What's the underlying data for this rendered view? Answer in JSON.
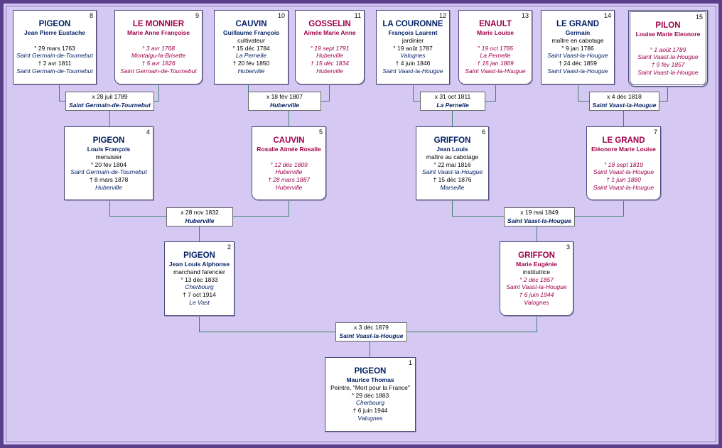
{
  "persons": {
    "p1": {
      "num": "1",
      "surname": "PIGEON",
      "given": "Maurice Thomas",
      "lines": [
        {
          "t": "Peintre, \"Mort pour la France\""
        },
        {
          "t": "° 29 déc 1883"
        },
        {
          "t": "Cherbourg",
          "i": true
        },
        {
          "t": "† 6 juin 1944"
        },
        {
          "t": "Valognes",
          "i": true
        }
      ]
    },
    "p2": {
      "num": "2",
      "surname": "PIGEON",
      "given": "Jean Louis Alphonse",
      "lines": [
        {
          "t": "marchand faïencier"
        },
        {
          "t": "° 13 déc 1833"
        },
        {
          "t": "Cherbourg",
          "i": true
        },
        {
          "t": "† 7 oct 1914"
        },
        {
          "t": "Le Vast",
          "i": true
        }
      ]
    },
    "p3": {
      "num": "3",
      "surname": "GRIFFON",
      "given": "Marie Eugénie",
      "lines": [
        {
          "t": "institutrice"
        },
        {
          "t": "° 2 déc 1857",
          "i": true
        },
        {
          "t": "Saint Vaast-la-Hougue",
          "i": true
        },
        {
          "t": "† 6 juin 1944",
          "i": true
        },
        {
          "t": "Valognes",
          "i": true
        }
      ]
    },
    "p4": {
      "num": "4",
      "surname": "PIGEON",
      "given": "Louis François",
      "lines": [
        {
          "t": "menuisier"
        },
        {
          "t": "° 20 fév 1804"
        },
        {
          "t": "Saint Germain-de-Tournebut",
          "i": true
        },
        {
          "t": "† 8 mars 1878"
        },
        {
          "t": "Huberville",
          "i": true
        }
      ]
    },
    "p5": {
      "num": "5",
      "surname": "CAUVIN",
      "given": "Rosalie Aimée Rosalie",
      "lines": [
        {
          "t": ""
        },
        {
          "t": "° 12 déc 1809",
          "i": true
        },
        {
          "t": "Huberville",
          "i": true
        },
        {
          "t": "† 28 mars 1887",
          "i": true
        },
        {
          "t": "Huberville",
          "i": true
        }
      ]
    },
    "p6": {
      "num": "6",
      "surname": "GRIFFON",
      "given": "Jean Louis",
      "lines": [
        {
          "t": "maître au cabotage"
        },
        {
          "t": "° 22 mai 1816"
        },
        {
          "t": "Saint Vaast-la-Hougue",
          "i": true
        },
        {
          "t": "† 15 déc 1876"
        },
        {
          "t": "Marseille",
          "i": true
        }
      ]
    },
    "p7": {
      "num": "7",
      "surname": "LE GRAND",
      "given": "Eléonore Marie Louise",
      "lines": [
        {
          "t": ""
        },
        {
          "t": "° 18 sept 1819",
          "i": true
        },
        {
          "t": "Saint Vaast-la-Hougue",
          "i": true
        },
        {
          "t": "† 1 juin 1880",
          "i": true
        },
        {
          "t": "Saint Vaast-la-Hougue",
          "i": true
        }
      ]
    },
    "p8": {
      "num": "8",
      "surname": "PIGEON",
      "given": "Jean Pierre Eustache",
      "lines": [
        {
          "t": ""
        },
        {
          "t": "° 29 mars 1763"
        },
        {
          "t": "Saint Germain-de-Tournebut",
          "i": true
        },
        {
          "t": "† 2 avr 1811"
        },
        {
          "t": "Saint Germain-de-Tournebut",
          "i": true
        }
      ]
    },
    "p9": {
      "num": "9",
      "surname": "LE MONNIER",
      "given": "Marie Anne Françoise",
      "lines": [
        {
          "t": ""
        },
        {
          "t": "° 3 avr 1768",
          "i": true
        },
        {
          "t": "Montaigu-la-Brisette",
          "i": true
        },
        {
          "t": "† 5 avr 1826",
          "i": true
        },
        {
          "t": "Saint Germain-de-Tournebut",
          "i": true
        }
      ]
    },
    "p10": {
      "num": "10",
      "surname": "CAUVIN",
      "given": "Guillaume François",
      "lines": [
        {
          "t": "cultivateur"
        },
        {
          "t": "° 15 déc 1784"
        },
        {
          "t": "La Pernelle",
          "i": true
        },
        {
          "t": "† 20 fév 1850"
        },
        {
          "t": "Huberville",
          "i": true
        }
      ]
    },
    "p11": {
      "num": "11",
      "surname": "GOSSELIN",
      "given": "Aimée Marie Anne",
      "lines": [
        {
          "t": ""
        },
        {
          "t": "° 19 sept 1791",
          "i": true
        },
        {
          "t": "Huberville",
          "i": true
        },
        {
          "t": "† 15 déc 1834",
          "i": true
        },
        {
          "t": "Huberville",
          "i": true
        }
      ]
    },
    "p12": {
      "num": "12",
      "surname": "LA COURONNE",
      "given": "François Laurent",
      "lines": [
        {
          "t": "jardinier"
        },
        {
          "t": "° 19 août 1787"
        },
        {
          "t": "Valognes",
          "i": true
        },
        {
          "t": "† 4 juin 1846"
        },
        {
          "t": "Saint Vaast-la-Hougue",
          "i": true
        }
      ]
    },
    "p13": {
      "num": "13",
      "surname": "ENAULT",
      "given": "Marie Louise",
      "lines": [
        {
          "t": ""
        },
        {
          "t": "° 19 oct 1785",
          "i": true
        },
        {
          "t": "La Pernelle",
          "i": true
        },
        {
          "t": "† 15 jan 1869",
          "i": true
        },
        {
          "t": "Saint Vaast-la-Hougue",
          "i": true
        }
      ]
    },
    "p14": {
      "num": "14",
      "surname": "LE GRAND",
      "given": "Germain",
      "lines": [
        {
          "t": "maître en cabotage"
        },
        {
          "t": "° 9 jan 1786"
        },
        {
          "t": "Saint Vaast-la-Hougue",
          "i": true
        },
        {
          "t": "† 24 déc 1859"
        },
        {
          "t": "Saint Vaast-la-Hougue",
          "i": true
        }
      ]
    },
    "p15": {
      "num": "15",
      "surname": "PILON",
      "given": "Louise Marie Eleonore",
      "lines": [
        {
          "t": ""
        },
        {
          "t": "° 1 août 1789",
          "i": true
        },
        {
          "t": "Saint Vaast-la-Hougue",
          "i": true
        },
        {
          "t": "† 9 fév 1857",
          "i": true
        },
        {
          "t": "Saint Vaast-la-Hougue",
          "i": true
        }
      ]
    }
  },
  "marriages": {
    "m8": {
      "date": "x 28 juil 1789",
      "place": "Saint Germain-de-Tournebut"
    },
    "m10": {
      "date": "x 18 fév 1807",
      "place": "Huberville"
    },
    "m12": {
      "date": "x 31 oct 1811",
      "place": "La Pernelle"
    },
    "m14": {
      "date": "x 4 déc 1818",
      "place": "Saint Vaast-la-Hougue"
    },
    "m4": {
      "date": "x 28 nov 1832",
      "place": "Huberville"
    },
    "m6": {
      "date": "x 19 mai 1849",
      "place": "Saint Vaast-la-Hougue"
    },
    "m2": {
      "date": "x 3 déc 1879",
      "place": "Saint Vaast-la-Hougue"
    }
  },
  "colors": {
    "background": "#d5c9f3",
    "frame": "#5a3f8c",
    "line": "#3f7f70",
    "male_text": "#001e63",
    "female_text": "#a0004a"
  }
}
